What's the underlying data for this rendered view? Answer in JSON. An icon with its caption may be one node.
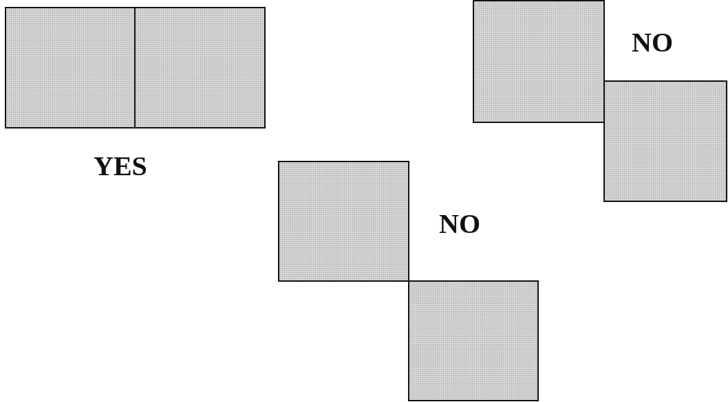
{
  "diagram": {
    "nodes": [
      {
        "text": [],
        "shape": "box"
      },
      {
        "text": [],
        "shape": "box"
      },
      {
        "text": [],
        "shape": "box"
      },
      {
        "text": [],
        "shape": "box"
      },
      {
        "text": [],
        "shape": "box"
      },
      {
        "text": [],
        "shape": "box"
      }
    ],
    "labels": [
      "NO",
      "YES",
      "NO"
    ]
  }
}
